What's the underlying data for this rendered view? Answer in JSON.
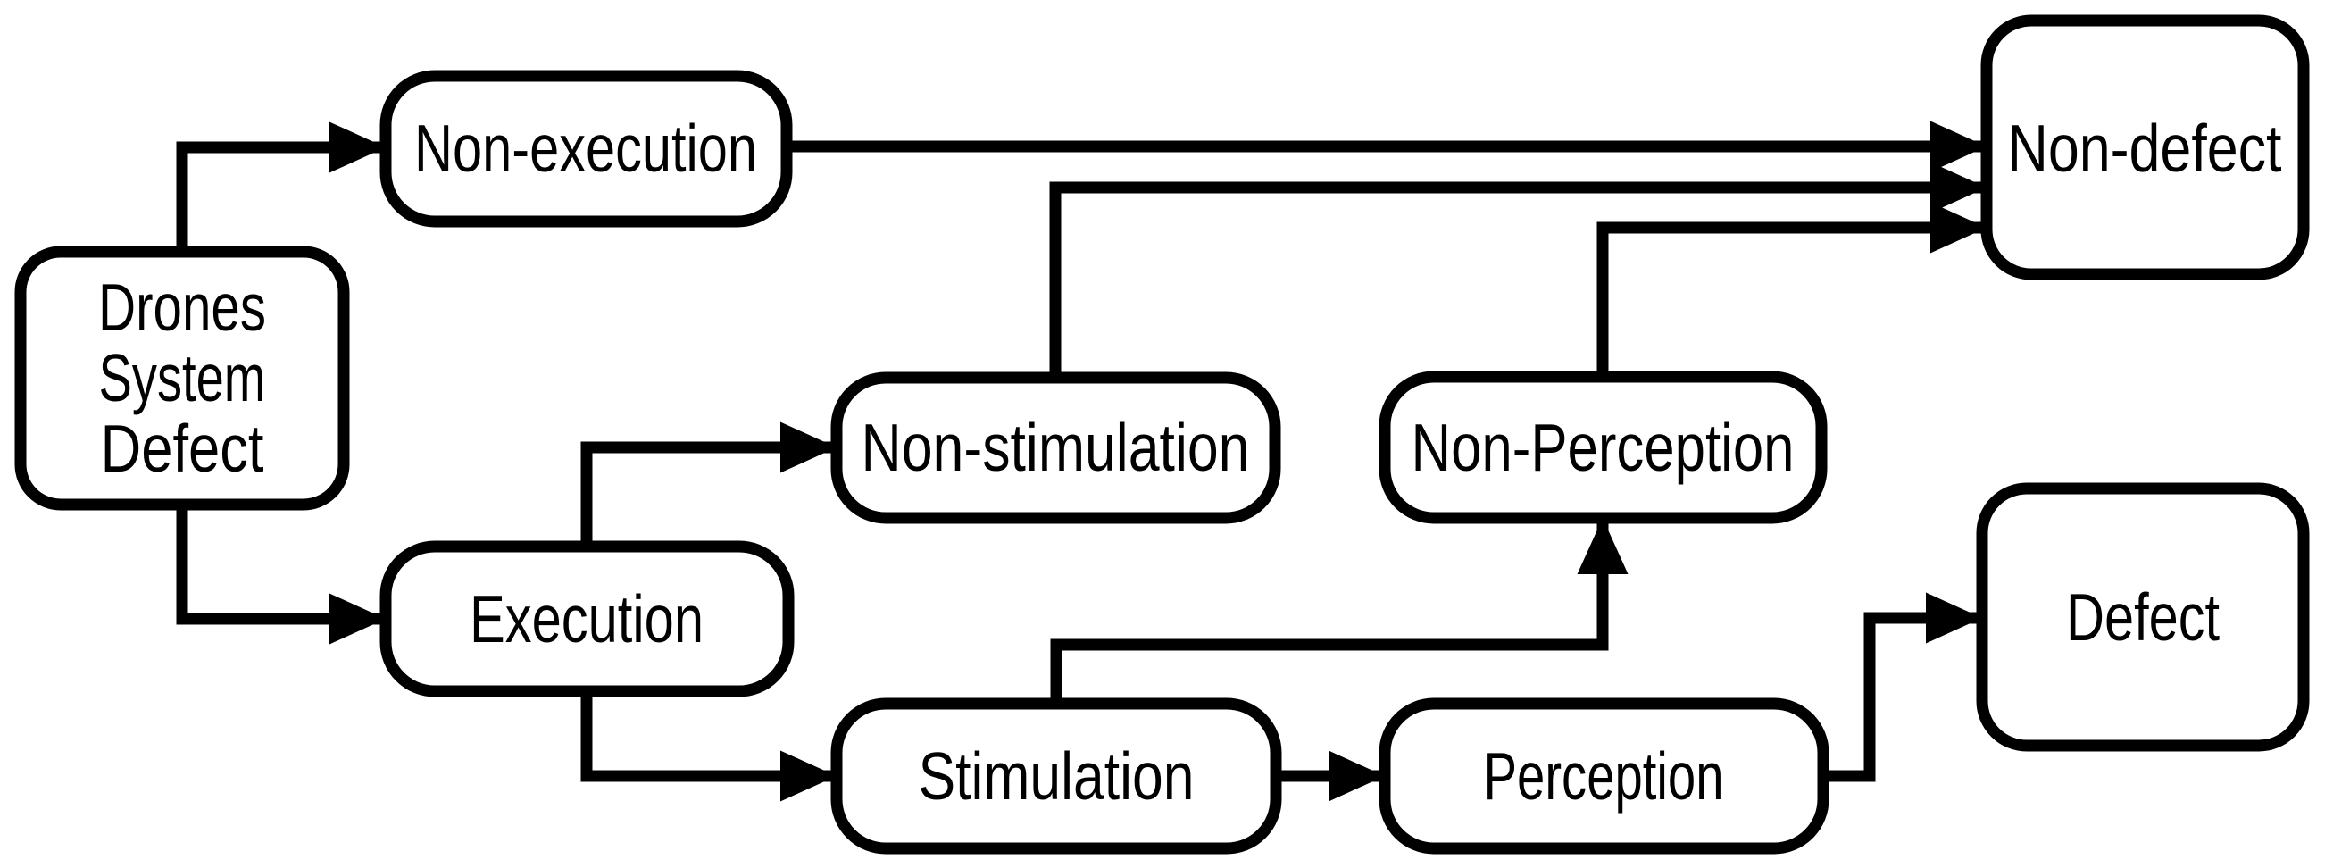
{
  "diagram": {
    "background_color": "#ffffff",
    "line_color": "#000000",
    "box_fill_color": "#ffffff",
    "nodes": [
      {
        "id": "drones-system-defect",
        "label": "Drones System Defect",
        "lines": [
          "Drones",
          "System",
          "Defect"
        ]
      },
      {
        "id": "non-execution",
        "label": "Non-execution"
      },
      {
        "id": "execution",
        "label": "Execution"
      },
      {
        "id": "non-stimulation",
        "label": "Non-stimulation"
      },
      {
        "id": "stimulation",
        "label": "Stimulation"
      },
      {
        "id": "non-perception",
        "label": "Non-Perception"
      },
      {
        "id": "perception",
        "label": "Perception"
      },
      {
        "id": "non-defect",
        "label": "Non-defect"
      },
      {
        "id": "defect",
        "label": "Defect"
      }
    ],
    "edges": [
      {
        "from": "drones-system-defect",
        "to": "non-execution"
      },
      {
        "from": "drones-system-defect",
        "to": "execution"
      },
      {
        "from": "non-execution",
        "to": "non-defect"
      },
      {
        "from": "execution",
        "to": "non-stimulation"
      },
      {
        "from": "execution",
        "to": "stimulation"
      },
      {
        "from": "non-stimulation",
        "to": "non-defect"
      },
      {
        "from": "non-perception",
        "to": "non-defect"
      },
      {
        "from": "stimulation",
        "to": "non-perception"
      },
      {
        "from": "stimulation",
        "to": "perception"
      },
      {
        "from": "perception",
        "to": "defect"
      }
    ]
  }
}
